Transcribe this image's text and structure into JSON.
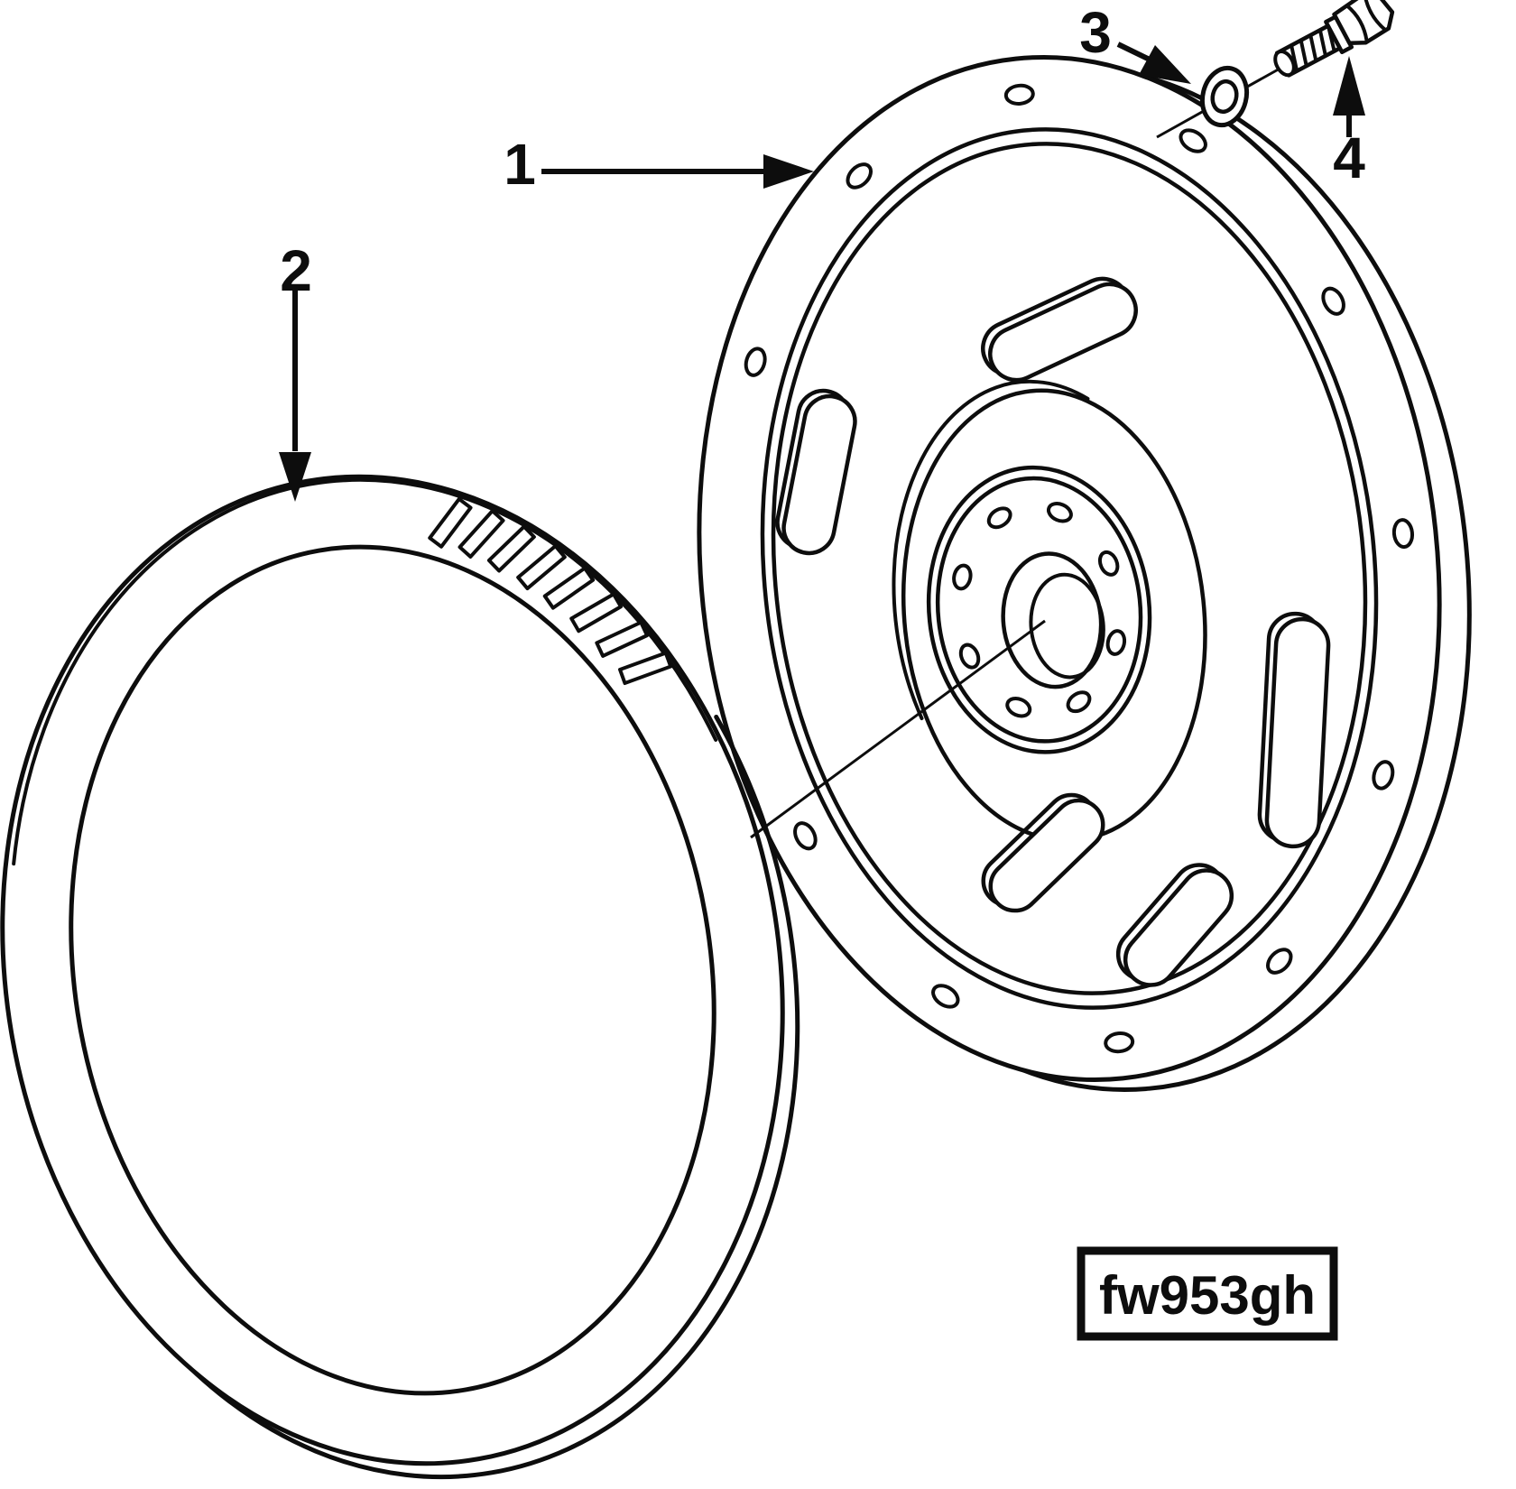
{
  "figure": {
    "background": "#ffffff",
    "line_color": "#0d0d0d",
    "callouts": [
      {
        "number": "1"
      },
      {
        "number": "2"
      },
      {
        "number": "3"
      },
      {
        "number": "4"
      }
    ],
    "figure_code": "fw953gh"
  }
}
